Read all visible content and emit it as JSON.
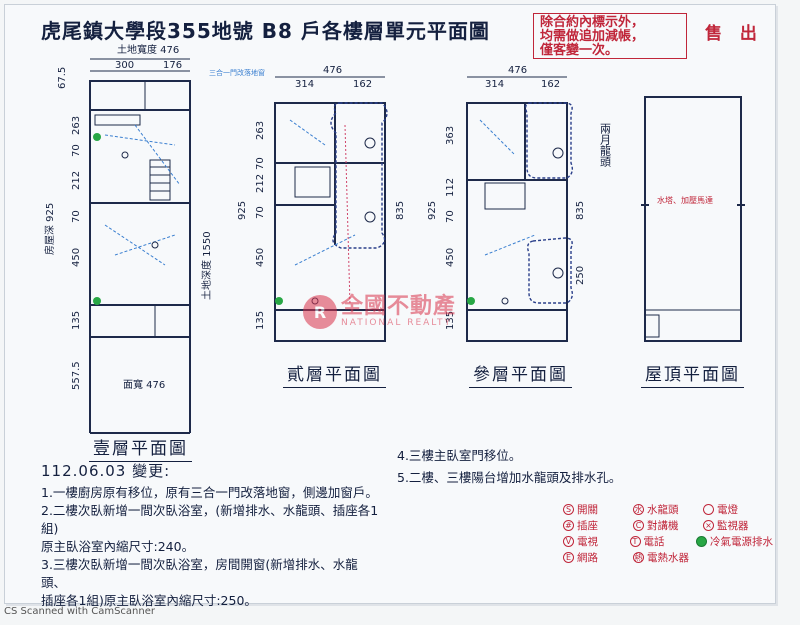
{
  "title": "虎尾鎮大學段355地號 B8 戶各樓層單元平面圖",
  "notice": [
    "除合約內標示外，",
    "均需做追加減帳，",
    "僅客變一次。"
  ],
  "sale_label": "售 出",
  "plans": {
    "floor1": {
      "label": "壹層平面圖",
      "dims": {
        "top_label": "土地寬度 476",
        "w_a": "300",
        "w_b": "176",
        "left_top": "67.5",
        "d1": "263",
        "d2": "70",
        "d3": "212",
        "d4": "70",
        "d5": "450",
        "d6": "135",
        "house_depth": "房屋深 925",
        "land_depth": "土地深度 1550",
        "front": "557.5",
        "face_width": "面寬 476",
        "window_note": "三合一門改落地窗"
      }
    },
    "floor2": {
      "label": "貳層平面圖",
      "dims": {
        "top": "476",
        "w_a": "314",
        "w_b": "162",
        "d1": "263",
        "d2": "70",
        "d3": "212",
        "d4": "70",
        "d5": "450",
        "d6": "135",
        "total": "925",
        "right": "835"
      }
    },
    "floor3": {
      "label": "參層平面圖",
      "dims": {
        "top": "476",
        "w_a": "314",
        "w_b": "162",
        "d1": "363",
        "d2": "112",
        "d3": "70",
        "d4": "450",
        "d5": "135",
        "total": "925",
        "right": "835",
        "r250": "250"
      },
      "side_note": "兩月龍頭"
    },
    "roof": {
      "label": "屋頂平面圖",
      "note": "水塔、加壓馬達"
    }
  },
  "watermark": {
    "logo": "R",
    "name": "全國不動產",
    "sub": "NATIONAL REALTY"
  },
  "changes": {
    "date": "112.06.03 變更:",
    "items": [
      "1.一樓廚房原有移位，原有三合一門改落地窗，側邊加窗戶。",
      "2.二樓次臥新增一間次臥浴室，(新增排水、水龍頭、插座各1組)",
      "原主臥浴室內縮尺寸:240。",
      "3.三樓次臥新增一間次臥浴室，房間開窗(新增排水、水龍頭、",
      "插座各1組)原主臥浴室內縮尺寸:250。"
    ],
    "items_right": [
      "4.三樓主臥室門移位。",
      "5.二樓、三樓陽台增加水龍頭及排水孔。"
    ]
  },
  "legend": [
    [
      {
        "sym": "S",
        "label": "開關"
      },
      {
        "sym": "水",
        "label": "水龍頭"
      },
      {
        "sym": "",
        "label": "電燈"
      }
    ],
    [
      {
        "sym": "#",
        "label": "插座"
      },
      {
        "sym": "C",
        "label": "對講機"
      },
      {
        "sym": "×",
        "label": "監視器"
      }
    ],
    [
      {
        "sym": "V",
        "label": "電視"
      },
      {
        "sym": "T",
        "label": "電話"
      },
      {
        "sym": "●",
        "label": "冷氣電源排水",
        "green": true
      }
    ],
    [
      {
        "sym": "E",
        "label": "網路"
      },
      {
        "sym": "熱",
        "label": "電熱水器"
      }
    ]
  ],
  "footer": "CS Scanned with CamScanner"
}
